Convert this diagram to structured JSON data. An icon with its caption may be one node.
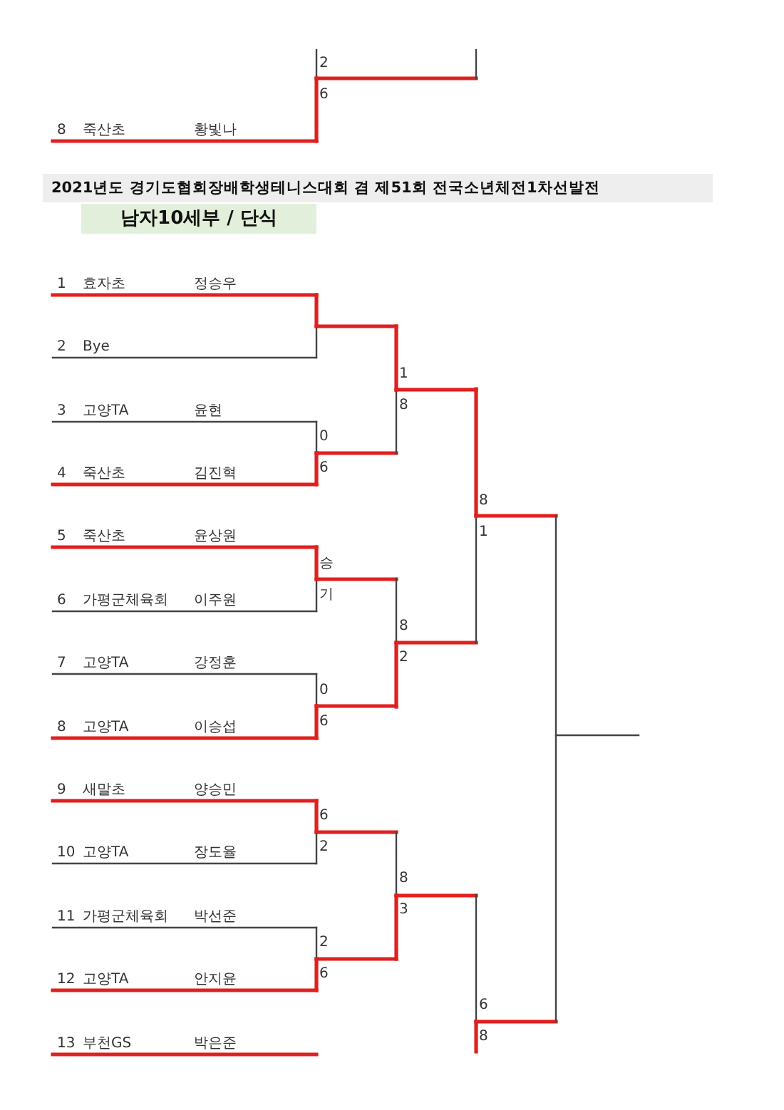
{
  "diagram": {
    "title": "2021년도 경기도협회장배학생테니스대회 겸 제51회 전국소년체전1차선발전",
    "nodes": [
      {
        "text": [
          "남자10세부 / 단식"
        ]
      }
    ],
    "labels": [
      "2",
      "6",
      "8",
      "죽산초",
      "황빛나",
      "1",
      "효자초",
      "정승우",
      "2",
      "Bye",
      "1",
      "3",
      "고양TA",
      "윤현",
      "8",
      "0",
      "4",
      "죽산초",
      "김진혁",
      "6",
      "8",
      "5",
      "죽산초",
      "윤상원",
      "1",
      "승",
      "6",
      "가평군체육회",
      "이주원",
      "기",
      "8",
      "7",
      "고양TA",
      "강정훈",
      "2",
      "0",
      "8",
      "고양TA",
      "이승섭",
      "6",
      "9",
      "새말초",
      "양승민",
      "6",
      "10",
      "고양TA",
      "장도율",
      "2",
      "8",
      "11",
      "가평군체육회",
      "박선준",
      "3",
      "2",
      "12",
      "고양TA",
      "안지윤",
      "6",
      "6",
      "13",
      "부천GS",
      "박은준",
      "8"
    ]
  }
}
